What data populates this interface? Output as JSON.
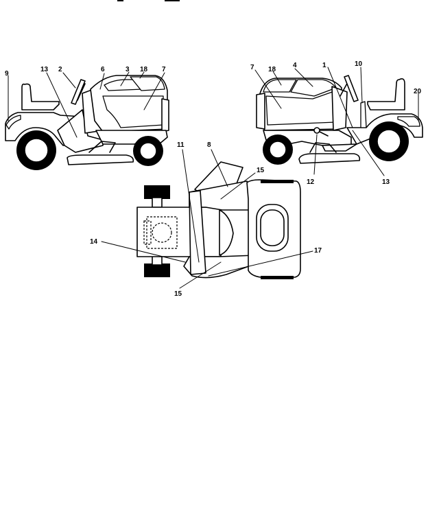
{
  "diagram": {
    "left_view": {
      "callouts": {
        "c9": "9",
        "c13": "13",
        "c2": "2",
        "c6": "6",
        "c3": "3",
        "c18": "18",
        "c7": "7"
      }
    },
    "right_view": {
      "callouts": {
        "c7": "7",
        "c18": "18",
        "c4": "4",
        "c1": "1",
        "c10": "10",
        "c20": "20",
        "c12": "12",
        "c13": "13"
      }
    },
    "top_view": {
      "callouts": {
        "c11": "11",
        "c8": "8",
        "c15a": "15",
        "c14": "14",
        "c17": "17",
        "c15b": "15"
      }
    }
  }
}
